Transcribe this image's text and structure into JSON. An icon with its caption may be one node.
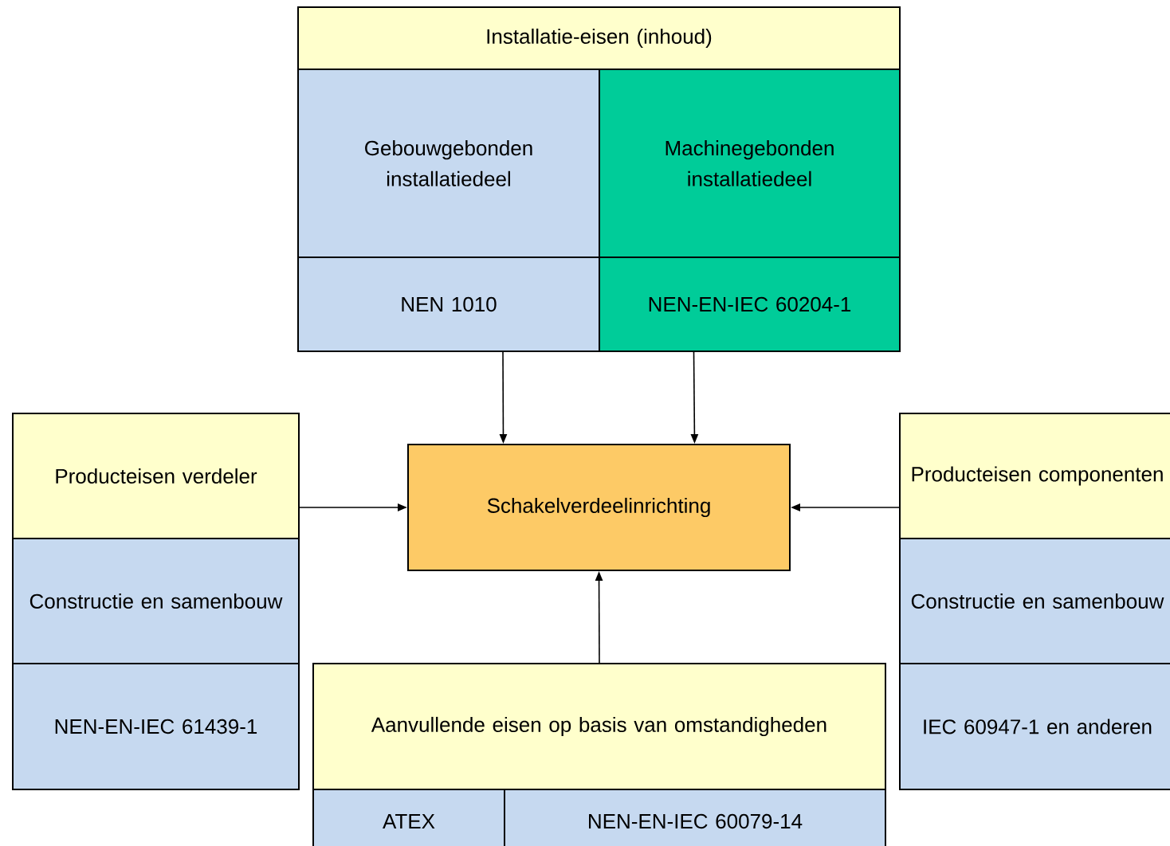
{
  "diagram": {
    "nodes": [
      {
        "text": [
          "Installatie-eisen (inhoud)"
        ]
      },
      {
        "text": [
          "Gebouwgebonden installatiedeel"
        ]
      },
      {
        "text": [
          "Machinegebonden installatiedeel"
        ]
      },
      {
        "text": [
          "NEN 1010"
        ]
      },
      {
        "text": [
          "NEN-EN-IEC 60204-1"
        ]
      },
      {
        "text": [
          "Producteisen verdeler"
        ]
      },
      {
        "text": [
          "Constructie en samenbouw"
        ]
      },
      {
        "text": [
          "NEN-EN-IEC 61439-1"
        ]
      },
      {
        "text": [
          "Schakelverdeelinrichting"
        ]
      },
      {
        "text": [
          "Producteisen componenten"
        ]
      },
      {
        "text": [
          "Constructie en samenbouw"
        ]
      },
      {
        "text": [
          "IEC 60947-1 en anderen"
        ]
      },
      {
        "text": [
          "Aanvullende eisen op basis van omstandigheden"
        ]
      },
      {
        "text": [
          "ATEX"
        ]
      },
      {
        "text": [
          "NEN-EN-IEC 60079-14"
        ]
      }
    ],
    "edges": [
      {
        "from": 3,
        "to": 8,
        "arrow": "to"
      },
      {
        "from": 4,
        "to": 8,
        "arrow": "to"
      },
      {
        "from": 5,
        "to": 8,
        "arrow": "to"
      },
      {
        "from": 9,
        "to": 8,
        "arrow": "to"
      },
      {
        "from": 12,
        "to": 8,
        "arrow": "to"
      }
    ]
  }
}
